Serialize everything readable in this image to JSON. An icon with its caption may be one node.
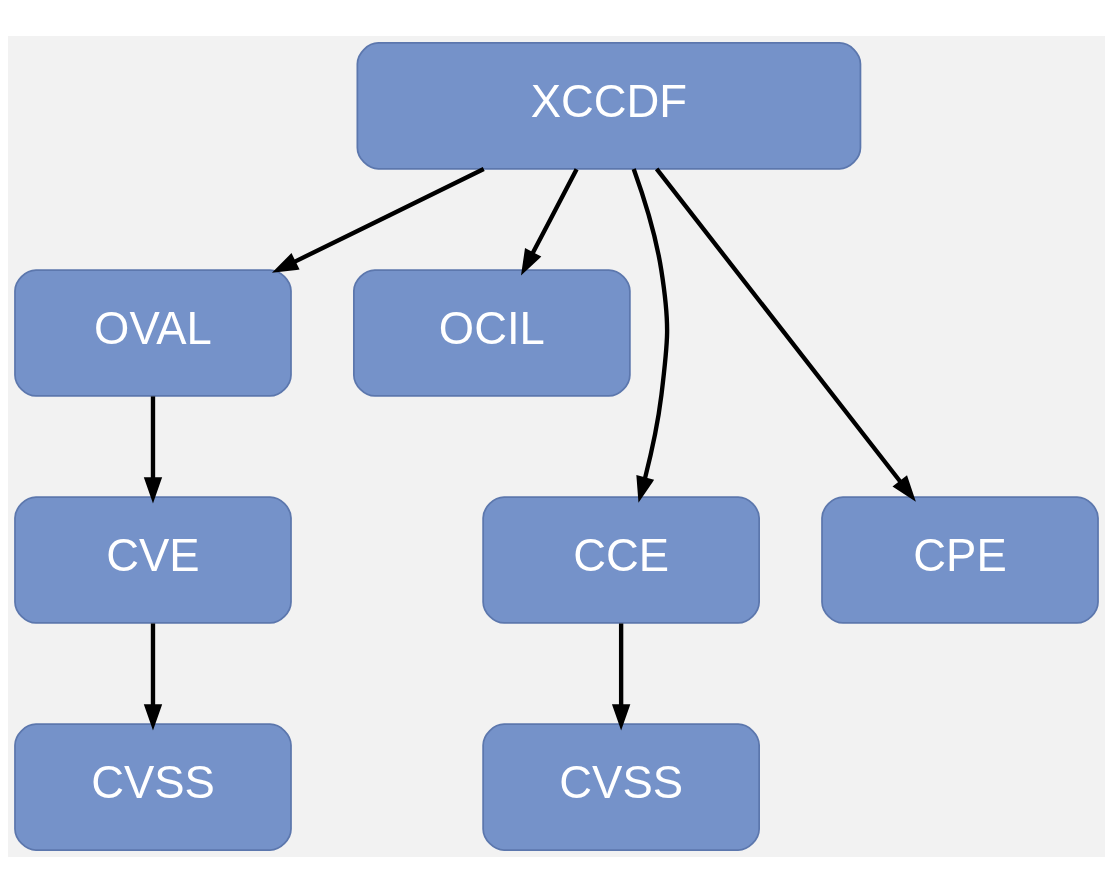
{
  "diagram": {
    "nodes": [
      {
        "text": [
          "XCCDF"
        ]
      },
      {
        "text": [
          "OVAL"
        ]
      },
      {
        "text": [
          "OCIL"
        ]
      },
      {
        "text": [
          "CCE"
        ]
      },
      {
        "text": [
          "CPE"
        ]
      },
      {
        "text": [
          "CVE"
        ]
      },
      {
        "text": [
          "CVSS"
        ]
      },
      {
        "text": [
          "CVSS"
        ]
      }
    ],
    "edges": [
      {
        "from": 0,
        "to": 1,
        "arrow": "to"
      },
      {
        "from": 0,
        "to": 3,
        "arrow": "to"
      },
      {
        "from": 0,
        "to": 4,
        "arrow": "to"
      },
      {
        "from": 0,
        "to": 2,
        "arrow": "to"
      },
      {
        "from": 1,
        "to": 5,
        "arrow": "to"
      },
      {
        "from": 3,
        "to": 6,
        "arrow": "to"
      },
      {
        "from": 5,
        "to": 7,
        "arrow": "to"
      }
    ]
  }
}
